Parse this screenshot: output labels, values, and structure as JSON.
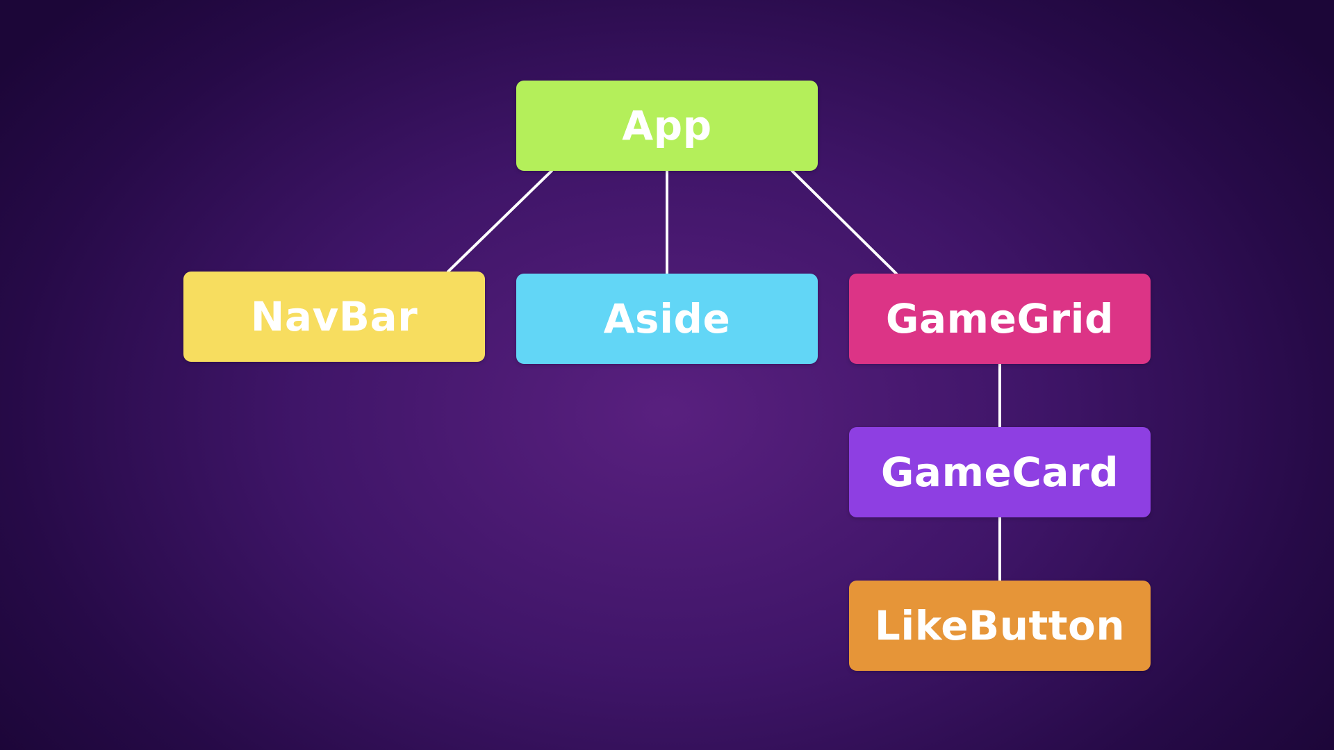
{
  "diagram": {
    "nodes": {
      "app": {
        "label": "App",
        "color": "#b4ef5a"
      },
      "navbar": {
        "label": "NavBar",
        "color": "#f7dd5f"
      },
      "aside": {
        "label": "Aside",
        "color": "#62d6f6"
      },
      "gamegrid": {
        "label": "GameGrid",
        "color": "#dc3486"
      },
      "gamecard": {
        "label": "GameCard",
        "color": "#8e3fe2"
      },
      "likebutton": {
        "label": "LikeButton",
        "color": "#e69538"
      }
    },
    "edges": [
      {
        "from": "App",
        "to": "NavBar"
      },
      {
        "from": "App",
        "to": "Aside"
      },
      {
        "from": "App",
        "to": "GameGrid"
      },
      {
        "from": "GameGrid",
        "to": "GameCard"
      },
      {
        "from": "GameCard",
        "to": "LikeButton"
      }
    ],
    "line_color": "#ffffff"
  }
}
